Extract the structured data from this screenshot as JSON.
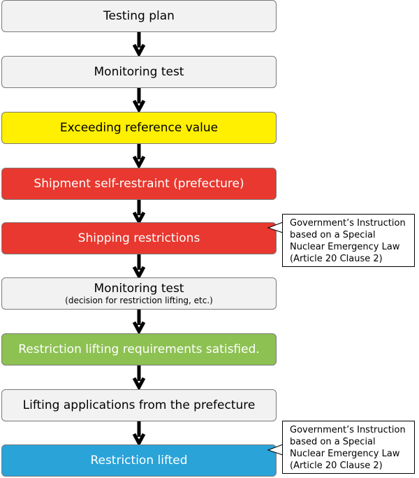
{
  "steps": [
    {
      "label": "Testing plan",
      "sub": "",
      "color": "#f2f2f2",
      "text_color": "#000000"
    },
    {
      "label": "Monitoring test",
      "sub": "",
      "color": "#f2f2f2",
      "text_color": "#000000"
    },
    {
      "label": "Exceeding reference value",
      "sub": "",
      "color": "#ffef00",
      "text_color": "#000000"
    },
    {
      "label": "Shipment self-restraint (prefecture)",
      "sub": "",
      "color": "#e8382f",
      "text_color": "#ffffff"
    },
    {
      "label": "Shipping restrictions",
      "sub": "",
      "color": "#e8382f",
      "text_color": "#ffffff"
    },
    {
      "label": "Monitoring test",
      "sub": "(decision for restriction lifting, etc.)",
      "color": "#f2f2f2",
      "text_color": "#000000"
    },
    {
      "label": "Restriction lifting requirements satisfied.",
      "sub": "",
      "color": "#8dc152",
      "text_color": "#ffffff"
    },
    {
      "label": "Lifting applications from the prefecture",
      "sub": "",
      "color": "#f2f2f2",
      "text_color": "#000000"
    },
    {
      "label": "Restriction lifted",
      "sub": "",
      "color": "#2aa3d9",
      "text_color": "#ffffff"
    }
  ],
  "notes": [
    {
      "lines": [
        "Government’s Instruction",
        "based on a Special",
        "Nuclear Emergency Law",
        "(Article 20 Clause 2)"
      ]
    },
    {
      "lines": [
        "Government’s Instruction",
        "based on a Special",
        "Nuclear Emergency Law",
        "(Article 20 Clause 2)"
      ]
    }
  ]
}
